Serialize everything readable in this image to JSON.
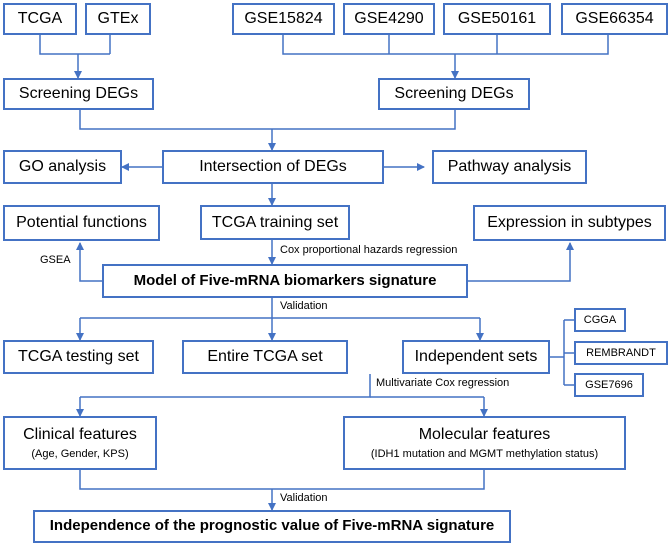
{
  "boxes": {
    "tcga": "TCGA",
    "gtex": "GTEx",
    "gse15824": "GSE15824",
    "gse4290": "GSE4290",
    "gse50161": "GSE50161",
    "gse66354": "GSE66354",
    "screening_left": "Screening DEGs",
    "screening_right": "Screening DEGs",
    "go_analysis": "GO analysis",
    "intersection": "Intersection of DEGs",
    "pathway": "Pathway analysis",
    "potential_functions": "Potential functions",
    "tcga_training": "TCGA training set",
    "expression_subtypes": "Expression in subtypes",
    "model": "Model of Five-mRNA biomarkers signature",
    "tcga_testing": "TCGA testing set",
    "entire_tcga": "Entire TCGA  set",
    "independent_sets": "Independent sets",
    "cgga": "CGGA",
    "rembrandt": "REMBRANDT",
    "gse7696": "GSE7696",
    "clinical_title": "Clinical features",
    "clinical_sub": "(Age, Gender, KPS)",
    "molecular_title": "Molecular features",
    "molecular_sub": "(IDH1 mutation and MGMT methylation status)",
    "independence": "Independence  of the prognostic value of Five-mRNA signature"
  },
  "labels": {
    "gsea": "GSEA",
    "cox": "Cox proportional hazards regression",
    "validation_1": "Validation",
    "multivariate": "Multivariate Cox regression",
    "validation_2": "Validation"
  },
  "colors": {
    "line": "#4472c4",
    "text": "#000000"
  }
}
